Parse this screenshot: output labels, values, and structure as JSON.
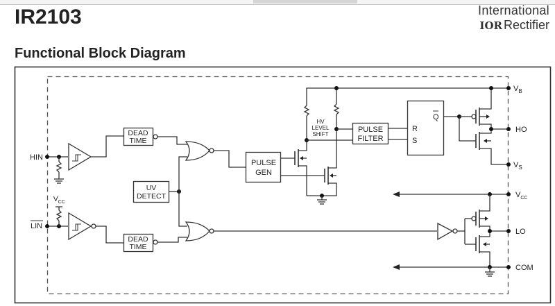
{
  "header": {
    "part_number": "IR2103",
    "section_title": "Functional Block Diagram",
    "logo": {
      "line1": "International",
      "mark": "IOR",
      "line2": "Rectifier"
    }
  },
  "diagram": {
    "pins": {
      "hin": "HIN",
      "lin": "LIN",
      "vb": "V",
      "vb_sub": "B",
      "ho": "HO",
      "vs": "V",
      "vs_sub": "S",
      "vcc": "V",
      "vcc_sub": "CC",
      "lo": "LO",
      "com": "COM"
    },
    "internal_supply": {
      "main": "V",
      "sub": "CC"
    },
    "blocks": {
      "dead_time_high": [
        "DEAD",
        "TIME"
      ],
      "dead_time_low": [
        "DEAD",
        "TIME"
      ],
      "uv_detect": [
        "UV",
        "DETECT"
      ],
      "pulse_gen": [
        "PULSE",
        "GEN"
      ],
      "pulse_filter": [
        "PULSE",
        "FILTER"
      ],
      "hv_level_shift": [
        "HV",
        "LEVEL",
        "SHIFT"
      ],
      "latch": {
        "r": "R",
        "s": "S",
        "q_bar": "Q"
      }
    }
  }
}
